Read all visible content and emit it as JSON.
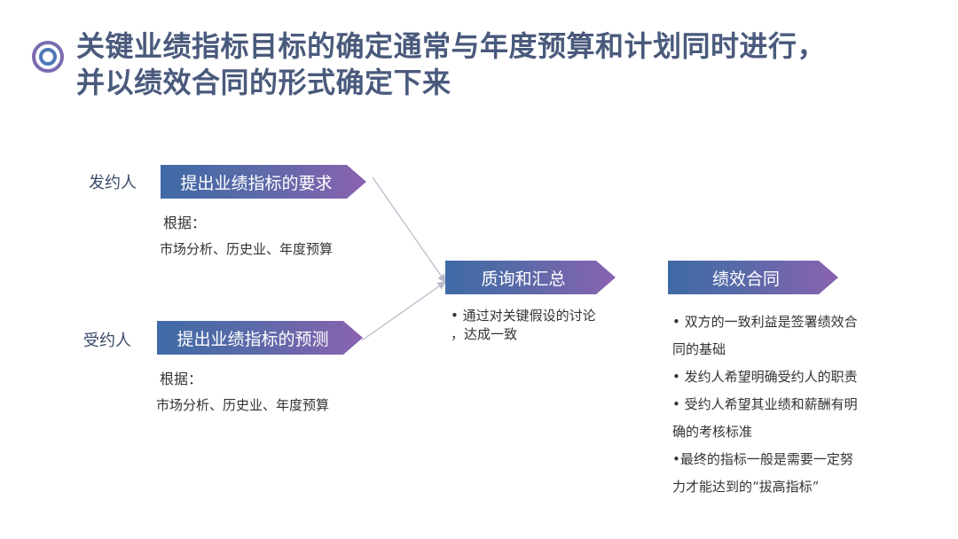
{
  "title": {
    "line1": "关键业绩指标目标的确定通常与年度预算和计划同时进行，",
    "line2": "并以绩效合同的形式确定下来"
  },
  "diagram": {
    "issuer": {
      "label": "发约人",
      "box": "提出业绩指标的要求",
      "basis_label": "根据：",
      "basis_text": "市场分析、历史业、年度预算"
    },
    "receiver": {
      "label": "受约人",
      "box": "提出业绩指标的预测",
      "basis_label": "根据：",
      "basis_text": "市场分析、历史业、年度预算"
    },
    "consult": {
      "box": "质询和汇总",
      "note_line1": "• 通过对关键假设的讨论",
      "note_line2": "，达成一致"
    },
    "contract": {
      "box": "绩效合同",
      "lines": [
        "• 双方的一致利益是签署绩效合",
        "同的基础",
        "• 发约人希望明确受约人的职责",
        "• 受约人希望其业绩和薪酬有明",
        "确的考核标准",
        "•最终的指标一般是需要一定努",
        "力才能达到的“拔高指标”"
      ]
    }
  },
  "colors": {
    "title": "#4a5a7c",
    "chevron_start": "#3f6aa6",
    "chevron_end": "#8a62b0",
    "icon_outer": "#7a6bb0",
    "icon_inner": "#4f78b8",
    "connector": "#b9b9c8"
  }
}
